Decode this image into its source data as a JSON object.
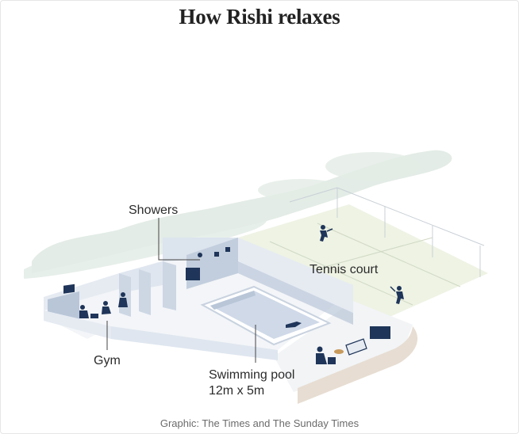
{
  "title": "How Rishi relaxes",
  "labels": {
    "showers": "Showers",
    "tennis_court": "Tennis court",
    "gym": "Gym",
    "pool_name": "Swimming pool",
    "pool_size": "12m x 5m"
  },
  "credit": "Graphic: The Times and The Sunday Times",
  "colors": {
    "trees": "#e3ece6",
    "court": "#eef3e4",
    "wall": "#e6ebf2",
    "wall_shadow": "#b9c6d8",
    "water": "#cfd9e8",
    "figures": "#1f3559",
    "label_line": "#444444",
    "path": "#e7ddd2"
  }
}
